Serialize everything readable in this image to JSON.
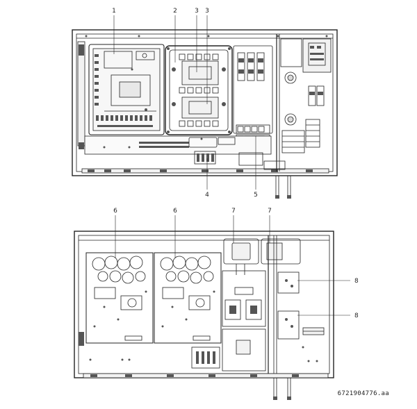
{
  "callouts_top": [
    "1",
    "2",
    "3",
    "3",
    "4",
    "5"
  ],
  "callouts_bottom": [
    "6",
    "6",
    "7",
    "7",
    "8",
    "8"
  ],
  "figure_id": "6721904776.aa",
  "colors": {
    "stroke": "#222222",
    "fill_light": "#f2f2f2",
    "fill_mid": "#d8d8d8",
    "fill_dark": "#555555"
  }
}
